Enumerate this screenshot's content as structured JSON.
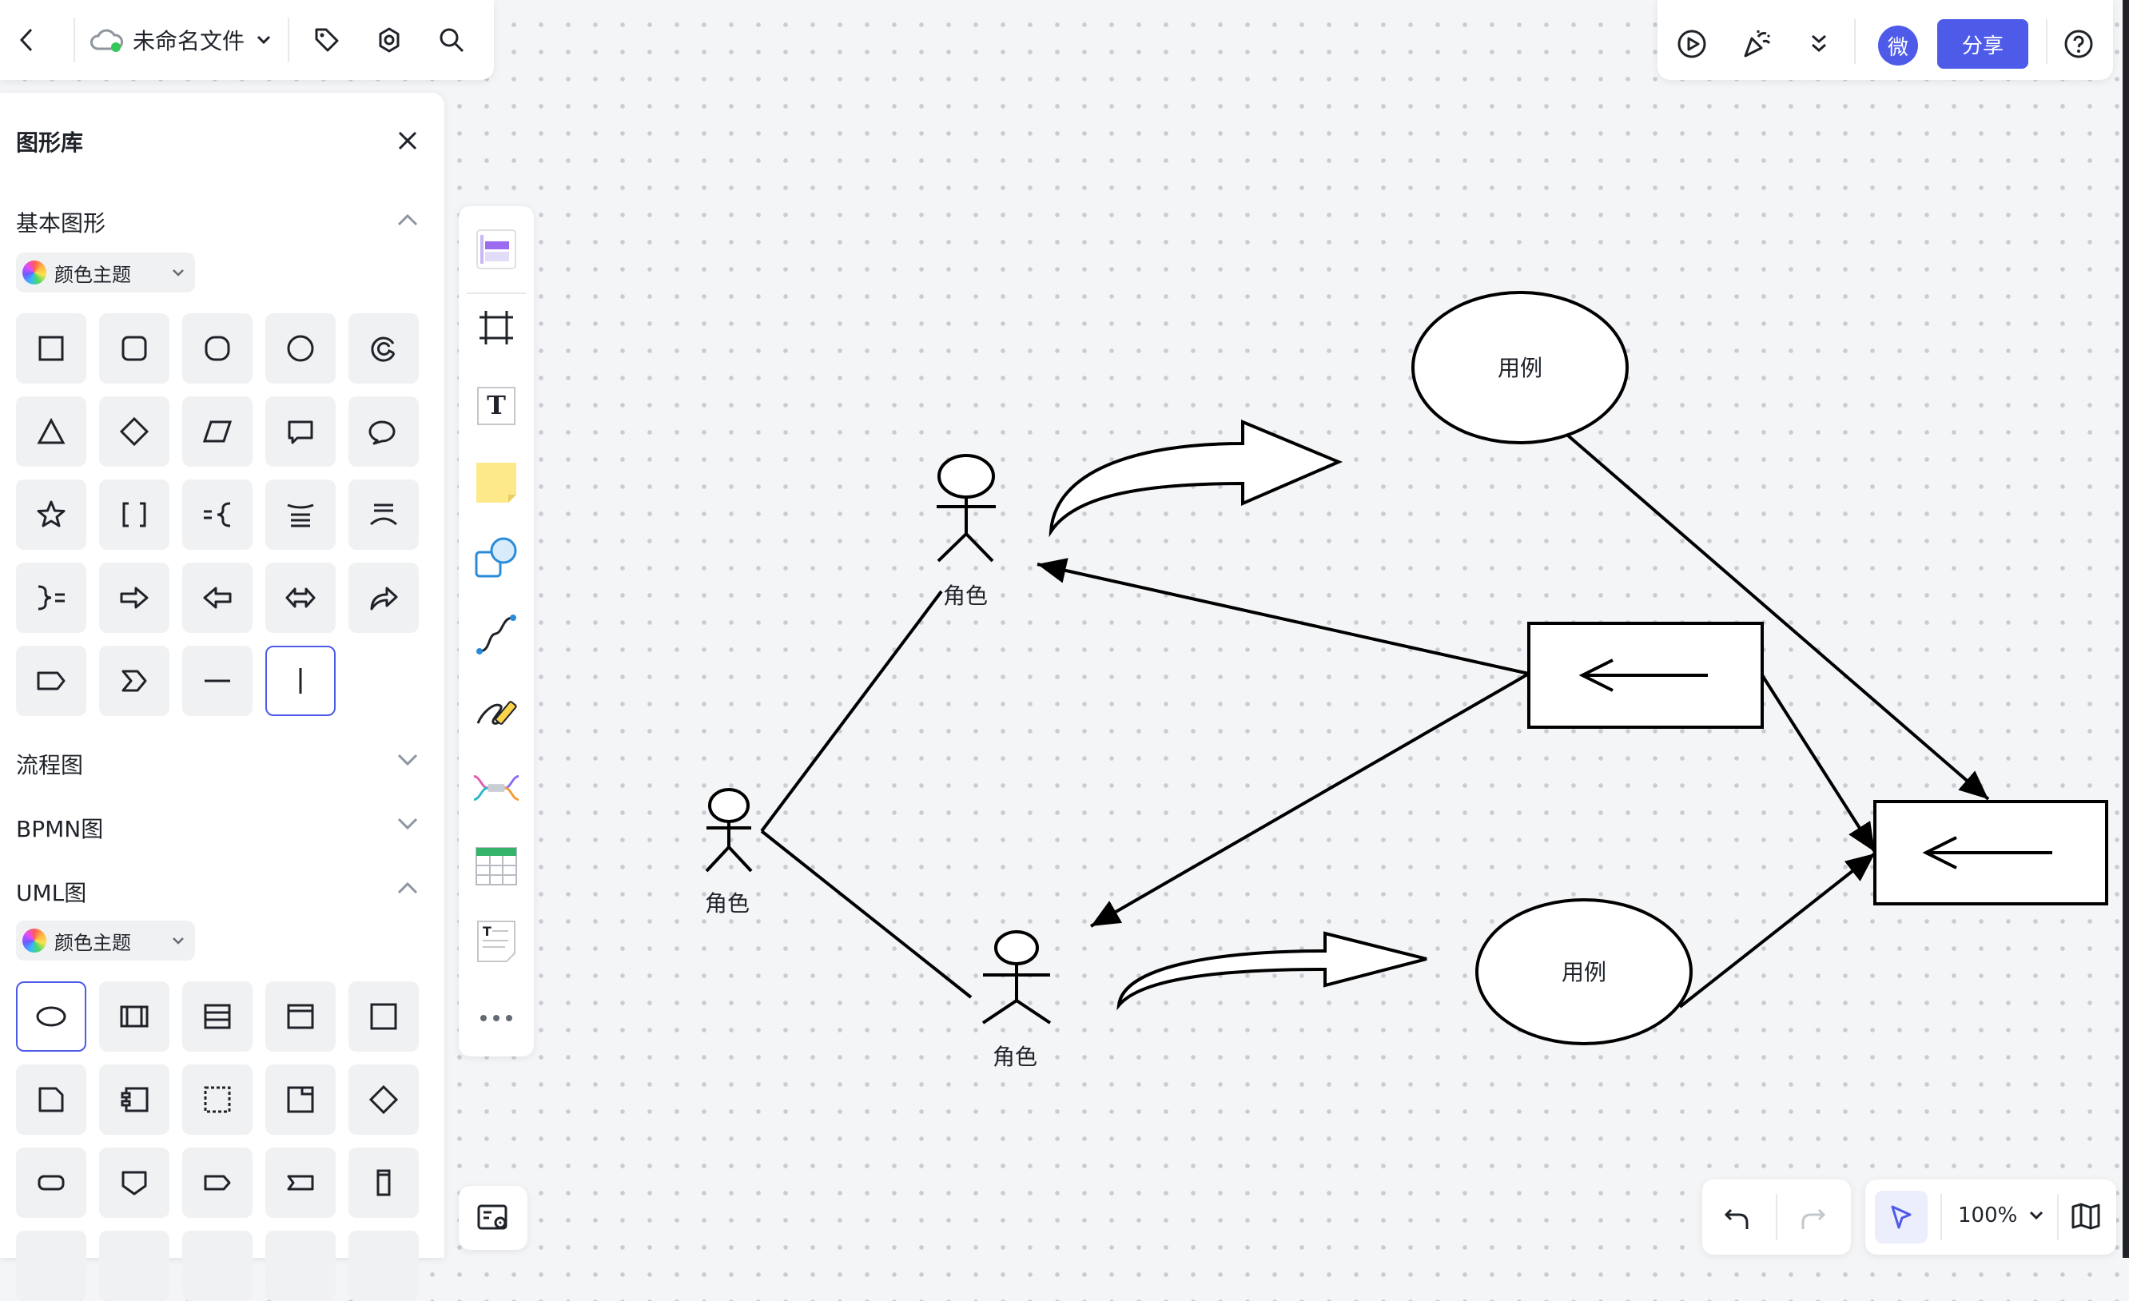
{
  "header": {
    "back_icon": "chevron-left-icon",
    "cloud_icon": "cloud-synced-icon",
    "doc_title": "未命名文件",
    "tag_icon": "tag-icon",
    "settings_icon": "gear-icon",
    "search_icon": "search-icon"
  },
  "sidebar": {
    "title": "图形库",
    "close_icon": "close-icon",
    "sections": {
      "basic": "基本图形",
      "flow": "流程图",
      "bpmn": "BPMN图",
      "uml": "UML图"
    },
    "theme_label": "颜色主题",
    "basic_shapes": [
      "rectangle",
      "rounded-rectangle",
      "rounded-square",
      "circle",
      "arc",
      "triangle",
      "diamond",
      "parallelogram",
      "speech-bubble-square",
      "speech-bubble-round",
      "star",
      "bracket",
      "equal-brace",
      "annotation-left",
      "annotation-right",
      "brace-equal",
      "arrow-right",
      "arrow-left",
      "arrow-double",
      "arrow-curved",
      "tag-shape",
      "chevron",
      "horizontal-line",
      "vertical-line"
    ],
    "uml_shapes": [
      "use-case",
      "class-box",
      "list-box",
      "frame",
      "box",
      "note",
      "component",
      "dashed-box",
      "object",
      "decision",
      "rounded",
      "shield",
      "tag",
      "flag",
      "tall-rect"
    ]
  },
  "toolbar": {
    "tools": [
      "template-icon",
      "frame-icon",
      "text-icon",
      "sticky-note-icon",
      "shapes-icon",
      "connector-icon",
      "pen-icon",
      "mindmap-icon",
      "table-icon",
      "text-doc-icon",
      "more-icon"
    ]
  },
  "topright": {
    "present_icon": "play-icon",
    "celebrate_icon": "party-icon",
    "more_icon": "double-chevron-down-icon",
    "avatar_text": "微",
    "share_label": "分享",
    "help_icon": "help-icon"
  },
  "bottom": {
    "undo_icon": "undo-icon",
    "redo_icon": "redo-icon",
    "select_icon": "pointer-icon",
    "zoom": "100%",
    "map_icon": "book-map-icon",
    "minimap_icon": "minimap-icon"
  },
  "diagram": {
    "actor_label": "角色",
    "usecase_label": "用例",
    "colors": {
      "stroke": "#000000",
      "fill": "#ffffff",
      "accent": "#4e5be8"
    }
  }
}
